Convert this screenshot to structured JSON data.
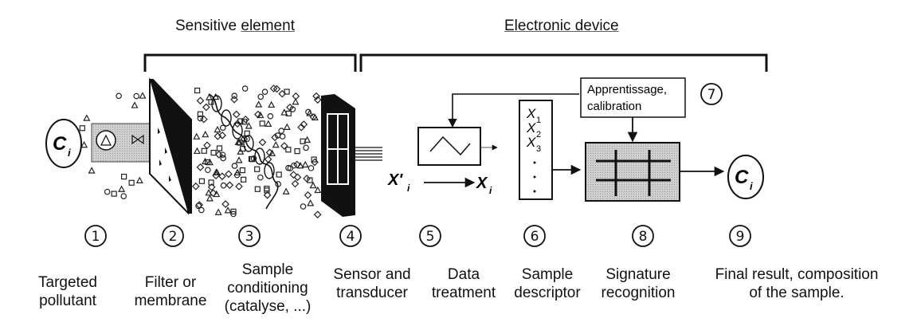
{
  "headers": {
    "sensitive": [
      "Sensitive ",
      "element"
    ],
    "electronic": [
      "Electronic",
      " device"
    ]
  },
  "step_numbers": [
    "1",
    "2",
    "3",
    "4",
    "5",
    "6",
    "7",
    "8",
    "9"
  ],
  "labels": {
    "s1": [
      "Targeted",
      "pollutant"
    ],
    "s2": [
      "Filter or",
      "membrane"
    ],
    "s3": [
      "Sample",
      "conditioning",
      "(catalyse, ...)"
    ],
    "s4": [
      "Sensor and",
      "transducer"
    ],
    "s5": [
      "Data",
      "treatment"
    ],
    "s6": [
      "Sample",
      "descriptor"
    ],
    "s8": [
      "Signature",
      "recognition"
    ],
    "s9": [
      "Final result, composition",
      "of the sample."
    ]
  },
  "diagram_text": {
    "ci": "C",
    "ci_sub": "i",
    "x_prime": "X'",
    "x_prime_sub": "i",
    "x_out": "X",
    "x_out_sub": "i",
    "descriptor_items": [
      "X",
      "X",
      "X"
    ],
    "descriptor_subs": [
      "1",
      "2",
      "3"
    ],
    "calibration": [
      "Apprentissage,",
      "calibration"
    ]
  }
}
